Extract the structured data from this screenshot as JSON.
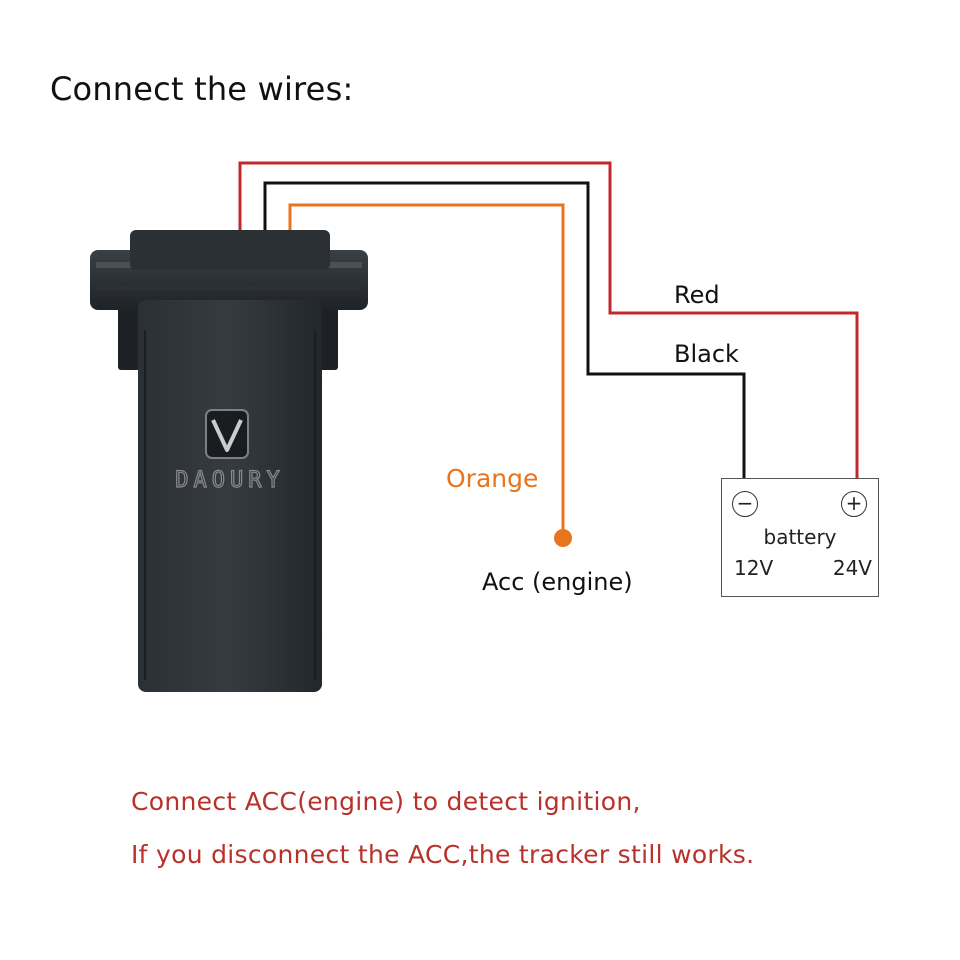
{
  "title": "Connect the wires:",
  "device": {
    "logo_letter": "V",
    "brand": "DAOURY"
  },
  "wires": {
    "red": {
      "label": "Red",
      "color": "#c0282d"
    },
    "black": {
      "label": "Black",
      "color": "#111111"
    },
    "orange": {
      "label": "Orange",
      "color": "#e8741e"
    }
  },
  "acc": {
    "label": "Acc (engine)",
    "dot_color": "#e8741e"
  },
  "battery": {
    "minus": "−",
    "plus": "+",
    "name": "battery",
    "v12": "12V",
    "v24": "24V"
  },
  "notes": {
    "line1": "Connect ACC(engine) to detect ignition,",
    "line2": "If you disconnect the ACC,the tracker still works.",
    "color": "#b8312a"
  }
}
